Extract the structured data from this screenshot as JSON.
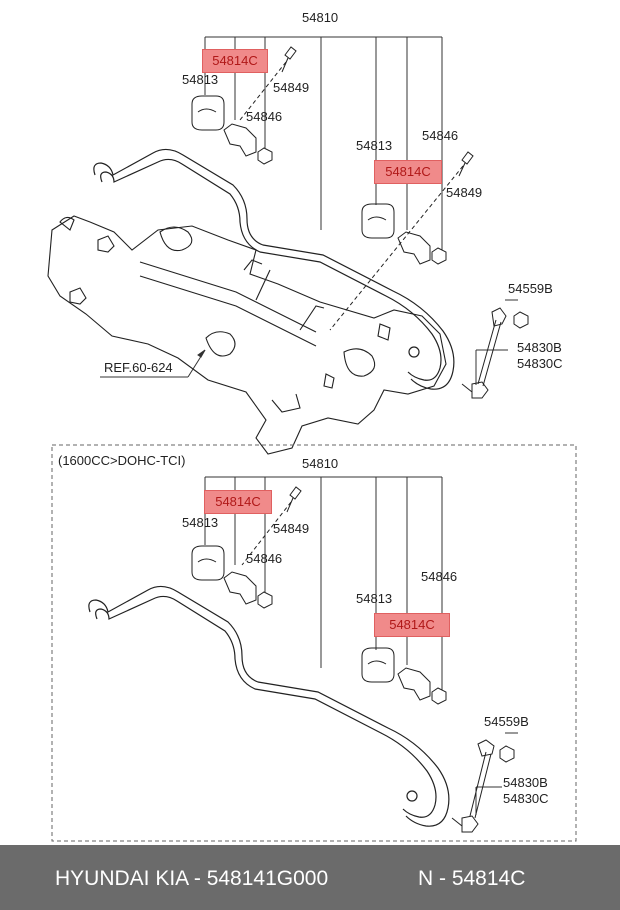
{
  "top_section": {
    "labels": {
      "assembly": "54810",
      "highlight": "54814C",
      "bushing_left": "54813",
      "bolt_left": "54849",
      "bracket_left": "54846",
      "bushing_right": "54813",
      "bracket_right": "54846",
      "bolt_right": "54849",
      "nut": "54559B",
      "link_b": "54830B",
      "link_c": "54830C",
      "reference": "REF.60-624"
    },
    "highlight_right": "54814C"
  },
  "bottom_section": {
    "variant_note": "(1600CC>DOHC-TCI)",
    "labels": {
      "assembly": "54810",
      "highlight": "54814C",
      "bushing_left": "54813",
      "bolt_left": "54849",
      "bracket_left": "54846",
      "bushing_right": "54813",
      "bracket_right": "54846",
      "nut": "54559B",
      "link_b": "54830B",
      "link_c": "54830C"
    },
    "highlight_right": "54814C"
  },
  "footer": {
    "brand": "HYUNDAI  KIA - 548141G000",
    "part": "N - 54814C"
  },
  "colors": {
    "highlight_fill": "#f08a8a",
    "highlight_text": "#b01818",
    "footer_bg": "#6b6b6b"
  }
}
